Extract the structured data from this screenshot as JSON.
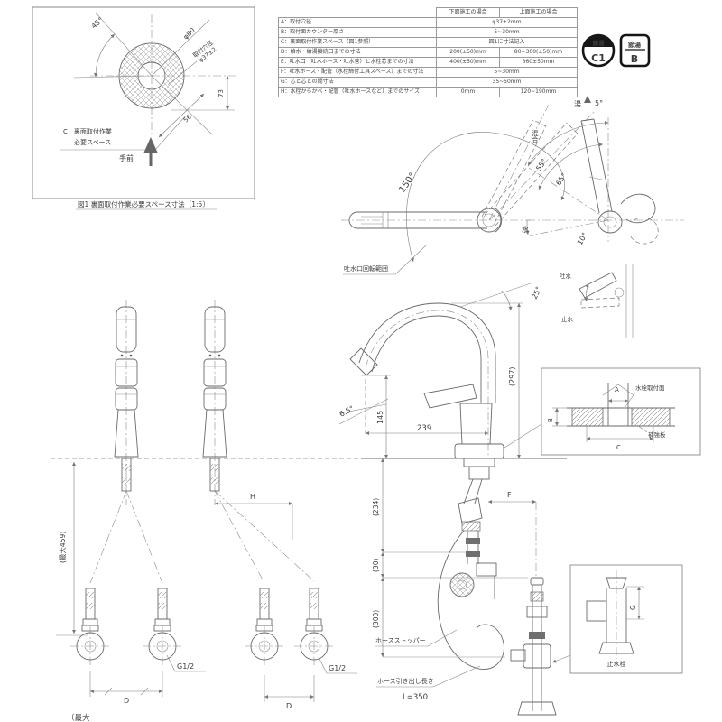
{
  "fig1": {
    "angle45": "45°",
    "dia80": "φ80",
    "hole_l1": "取付穴径",
    "hole_l2": "φ37±2",
    "dim73": "73",
    "dim56": "56",
    "note1": "C：裏面取付作業",
    "note2": "必要スペース",
    "front": "手前",
    "caption": "図1 裏面取付作業必要スペース寸法〔1:5〕"
  },
  "spec": {
    "h1": "下面施工の場合",
    "h2": "上面施工の場合",
    "rows": [
      {
        "label": "A：取付穴径",
        "v": "φ37±2mm"
      },
      {
        "label": "B：取付面カウンター厚さ",
        "v": "5~30mm"
      },
      {
        "label": "C：裏面取付作業スペース（図1参照）",
        "v": "図1に寸法記入"
      },
      {
        "label": "D：給水・給湯接続口までの寸法",
        "v1": "200(±50)mm",
        "v2": "80~300(±50)mm"
      },
      {
        "label": "E：吐水口（吐水ホース・吐水菅）と水栓芯までの寸法",
        "v1": "400(±50)mm",
        "v2": "360±50mm"
      },
      {
        "label": "F：吐水ホース・配管（水栓締付工具スペース）までの寸法",
        "v": "5~30mm"
      },
      {
        "label": "G：芯と芯との間寸法",
        "v": "35~50mm"
      },
      {
        "label": "H：水栓からかべ・配管（吐水ホースなど）までのサイズ",
        "v1": "0mm",
        "v2": "120~190mm"
      }
    ]
  },
  "badges": {
    "c1_top": "節湯",
    "c1_val": "C1",
    "b_top": "節湯",
    "b_val": "B"
  },
  "topview": {
    "arc": "150°",
    "note": "吐水口回転範囲"
  },
  "handle": {
    "hot": "湯",
    "a5": "5°",
    "mix": "混合",
    "a55": "55°",
    "a65": "65°",
    "a10": "10°",
    "cold": "水"
  },
  "minilever": {
    "open": "吐水",
    "close": "止水"
  },
  "main": {
    "a65": "6.5°",
    "d145": "145",
    "d239": "239",
    "d297": "(297)",
    "a25": "25°"
  },
  "under": {
    "d234": "(234)",
    "d30": "(30)",
    "d300": "(300)",
    "f": "F",
    "stopper": "ホースストッパー",
    "hoselen": "ホース引き出し長さ",
    "l350": "L=350"
  },
  "valve": {
    "g": "G",
    "label": "止水栓"
  },
  "counter": {
    "a": "A",
    "b": "B",
    "c": "C",
    "mount": "水栓取付面",
    "plate": "補強板"
  },
  "front": {
    "max459": "(最大459)",
    "h": "H",
    "g12_1": "G1/2",
    "g12_2": "G1/2",
    "d1": "D",
    "d2": "D",
    "clip": "（最大"
  }
}
